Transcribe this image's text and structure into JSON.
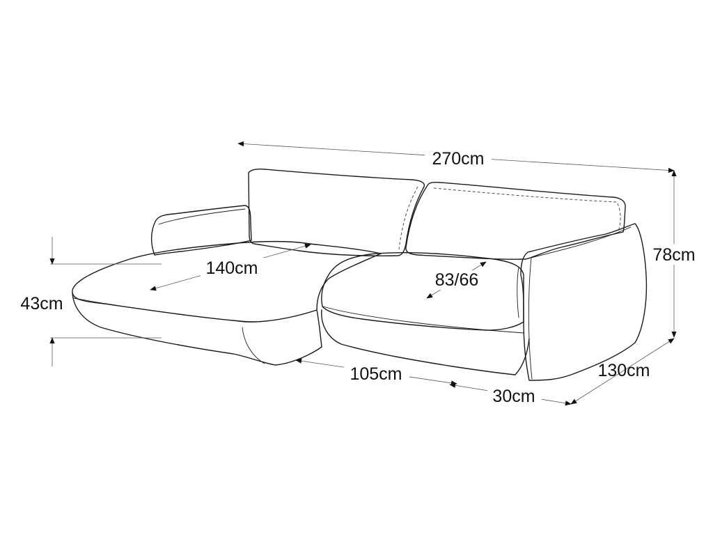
{
  "dimensions": {
    "overall_width": "270cm",
    "height": "78cm",
    "seat_height": "43cm",
    "chaise_length": "140cm",
    "seat_depth": "83/66",
    "chaise_width": "105cm",
    "armrest_width": "30cm",
    "depth": "130cm"
  },
  "colors": {
    "line": "#1a1a1a",
    "dimension_line": "#555555",
    "background": "#ffffff"
  }
}
